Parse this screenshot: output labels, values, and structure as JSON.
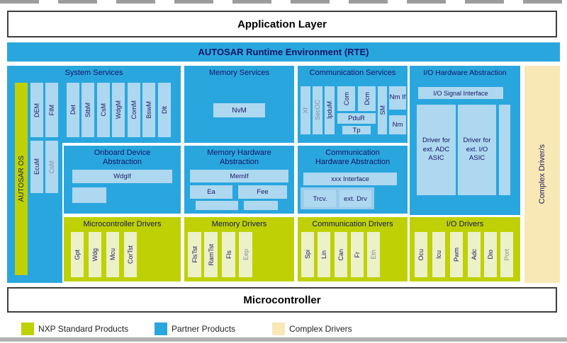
{
  "banners": {
    "application_layer": "Application Layer",
    "rte": "AUTOSAR Runtime Environment (RTE)",
    "microcontroller": "Microcontroller"
  },
  "autosar_os": "AUTOSAR OS",
  "complex_drivers_bar": "Complex Driver/s",
  "system_services": {
    "title": "System Services",
    "col1": [
      "DEM",
      "FIM"
    ],
    "col2": [
      "EcuM",
      "CsM"
    ],
    "row": [
      "Det",
      "StbM",
      "CsM",
      "WdgM",
      "ComM",
      "BswM",
      "Dlt"
    ]
  },
  "memory_services": {
    "title": "Memory Services",
    "nvm": "NvM"
  },
  "communication_services": {
    "title": "Communication Services",
    "xf": "Xf",
    "secoc": "SecOC",
    "ipdum": "IpduM",
    "com": "Com",
    "dcm": "Dcm",
    "pdur": "PduR",
    "tp": "Tp",
    "sm": "SM",
    "nm_if": "Nm If",
    "nm": "Nm"
  },
  "io_hw_abstraction": {
    "title": "I/O Hardware Abstraction",
    "signal_interface": "I/O Signal Interface",
    "driver_ext_adc": "Driver for ext. ADC ASIC",
    "driver_ext_io": "Driver for ext. I/O ASIC"
  },
  "onboard_device_abstraction": {
    "title": "Onboard Device Abstraction",
    "wdgif": "WdgIf"
  },
  "memory_hw_abstraction": {
    "title": "Memory Hardware Abstraction",
    "memif": "MemIf",
    "ea": "Ea",
    "fee": "Fee"
  },
  "communication_hw_abstraction": {
    "title": "Communication Hardware Abstraction",
    "interface": "xxx Interface",
    "trcv": "Trcv.",
    "ext_drv": "ext. Drv"
  },
  "microcontroller_drivers": {
    "title": "Microcontroller Drivers",
    "modules": [
      "Gpt",
      "Wdg",
      "Mcu",
      "CorTst"
    ]
  },
  "memory_drivers": {
    "title": "Memory Drivers",
    "modules": [
      "FlsTst",
      "RamTst",
      "Fls",
      "Eep"
    ]
  },
  "communication_drivers": {
    "title": "Communication Drivers",
    "modules": [
      "Spi",
      "Lin",
      "Can",
      "Fr",
      "Eth"
    ]
  },
  "io_drivers": {
    "title": "I/O Drivers",
    "modules": [
      "Ocu",
      "Icu",
      "Pwm",
      "Adc",
      "Dio",
      "Port"
    ]
  },
  "muted_modules": [
    "CsM",
    "Xf",
    "SecOC",
    "Eep",
    "Eth",
    "Port"
  ],
  "legend": {
    "items": [
      {
        "label": "NXP Standard Products",
        "color": "#bfd104"
      },
      {
        "label": "Partner Products",
        "color": "#2aa6de"
      },
      {
        "label": "Complex Drivers",
        "color": "#f8e8b5"
      }
    ]
  },
  "colors": {
    "partner_blue": "#2aa6de",
    "module_light_blue": "#aed8f0",
    "nxp_green": "#bfd104",
    "module_light_green": "#ecf1c8",
    "complex_cream": "#f8e8b5",
    "text_navy": "#1a1a64"
  }
}
